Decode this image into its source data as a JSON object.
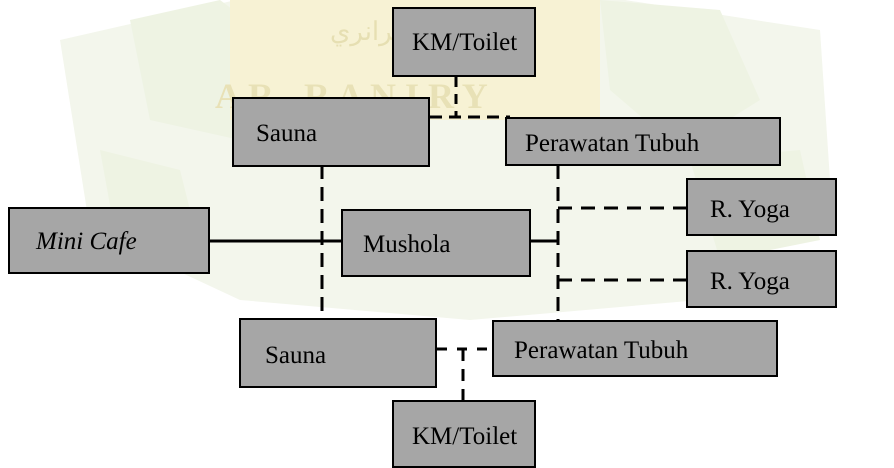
{
  "watermark": {
    "arabic_text": "الرانري",
    "latin_text": "A R - R A N I R Y",
    "color": "#f2f6e9",
    "accent_color": "#f8f3d2"
  },
  "colors": {
    "node_fill": "#a6a6a6",
    "node_border": "#000000",
    "line": "#000000",
    "background": "#ffffff"
  },
  "nodes": {
    "km_toilet_top": "KM/Toilet",
    "sauna_top": "Sauna",
    "perawatan_tubuh_top": "Perawatan Tubuh",
    "r_yoga_top": "R. Yoga",
    "mini_cafe": "Mini Cafe",
    "mushola": "Mushola",
    "r_yoga_bottom": "R. Yoga",
    "sauna_bottom": "Sauna",
    "perawatan_tubuh_bottom": "Perawatan Tubuh",
    "km_toilet_bottom": "KM/Toilet"
  }
}
